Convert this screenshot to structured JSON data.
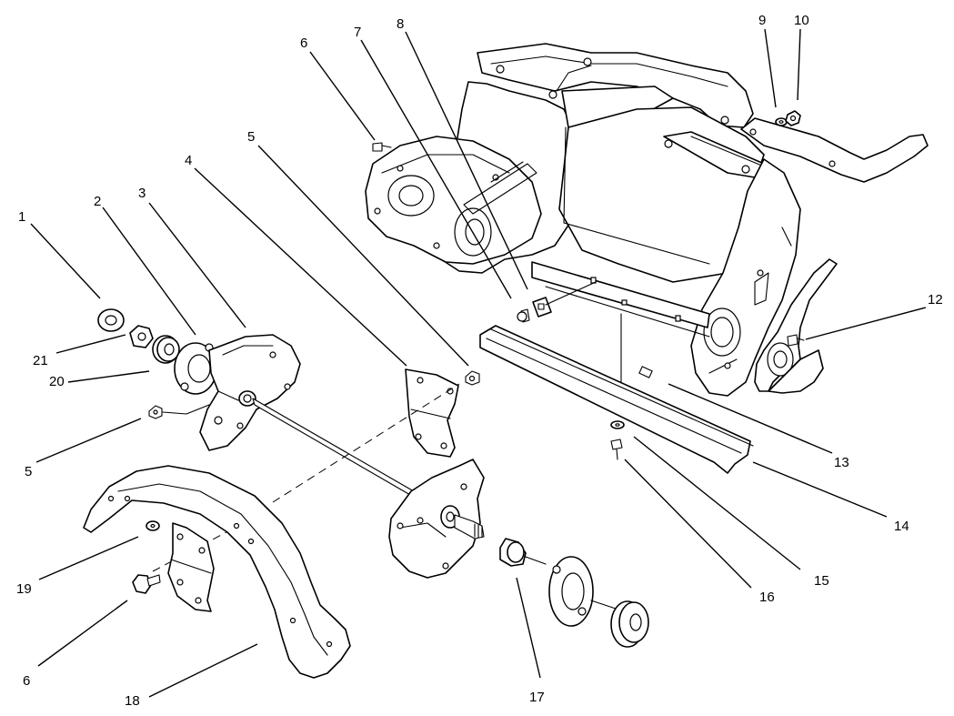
{
  "callouts": [
    {
      "id": "c1",
      "label": "1"
    },
    {
      "id": "c2",
      "label": "2"
    },
    {
      "id": "c3",
      "label": "3"
    },
    {
      "id": "c4",
      "label": "4"
    },
    {
      "id": "c5a",
      "label": "5"
    },
    {
      "id": "c5b",
      "label": "5"
    },
    {
      "id": "c6a",
      "label": "6"
    },
    {
      "id": "c6b",
      "label": "6"
    },
    {
      "id": "c7",
      "label": "7"
    },
    {
      "id": "c8",
      "label": "8"
    },
    {
      "id": "c9",
      "label": "9"
    },
    {
      "id": "c10",
      "label": "10"
    },
    {
      "id": "c12",
      "label": "12"
    },
    {
      "id": "c13",
      "label": "13"
    },
    {
      "id": "c14",
      "label": "14"
    },
    {
      "id": "c15",
      "label": "15"
    },
    {
      "id": "c16",
      "label": "16"
    },
    {
      "id": "c17",
      "label": "17"
    },
    {
      "id": "c18",
      "label": "18"
    },
    {
      "id": "c19",
      "label": "19"
    },
    {
      "id": "c20",
      "label": "20"
    },
    {
      "id": "c21",
      "label": "21"
    }
  ]
}
